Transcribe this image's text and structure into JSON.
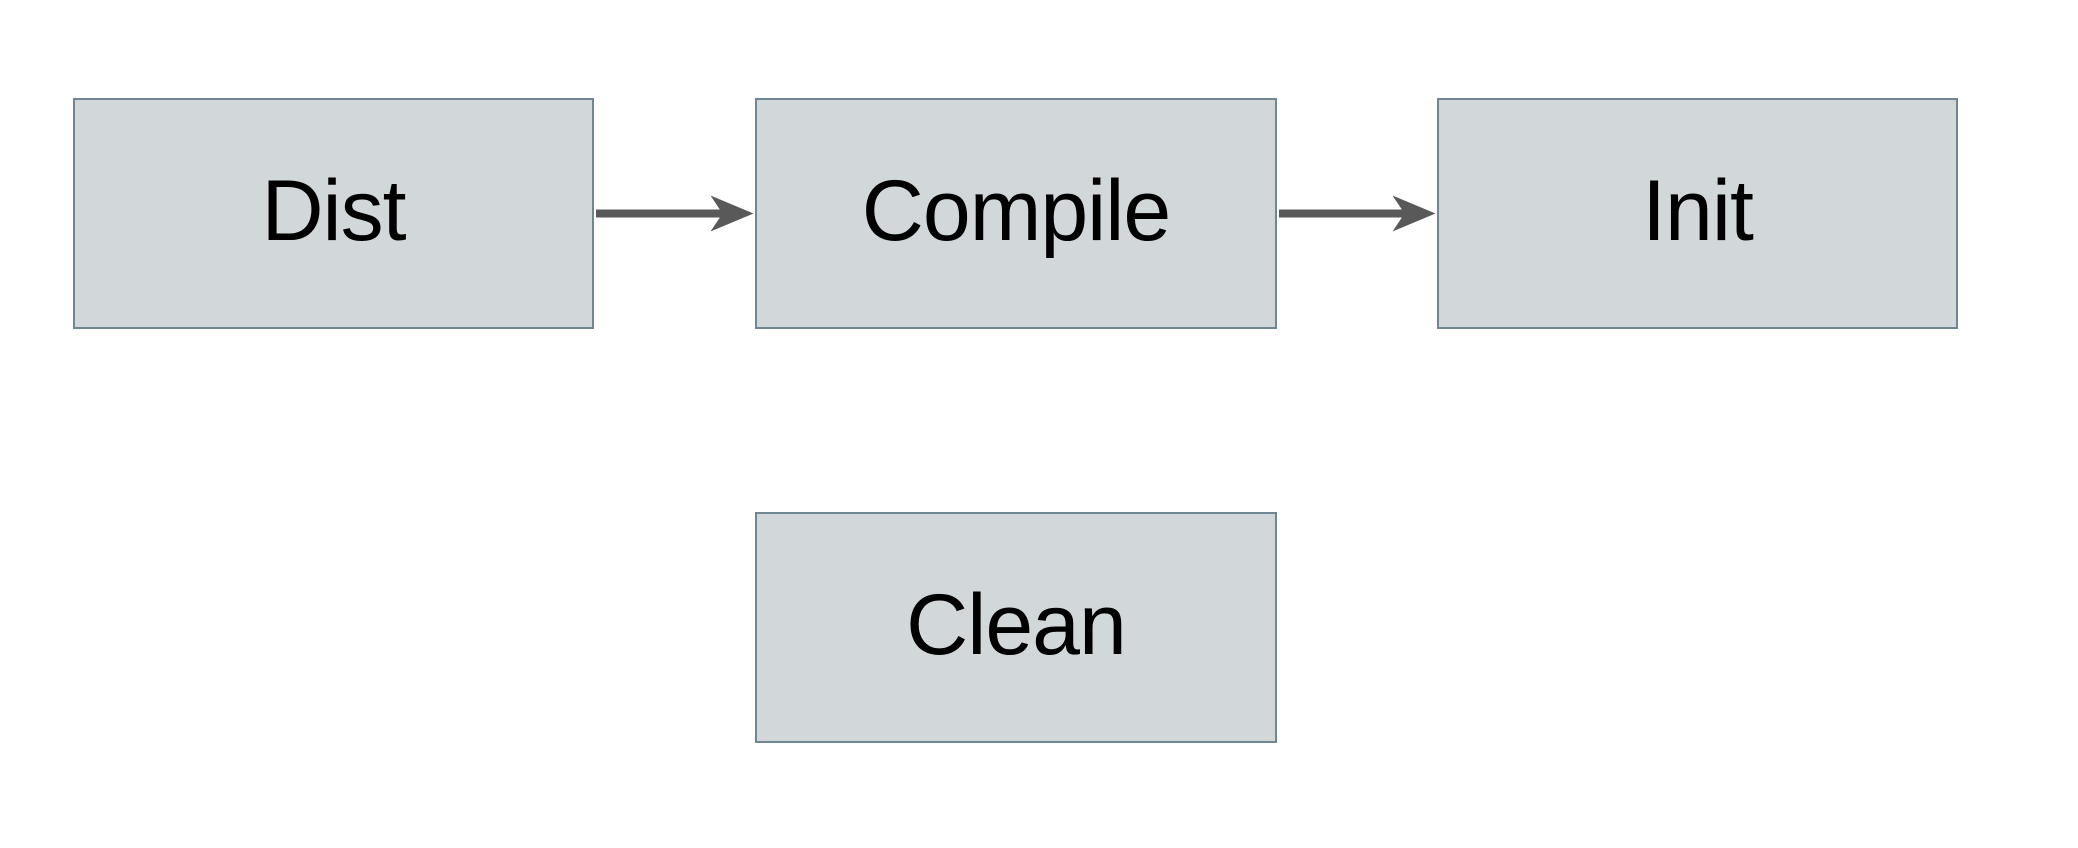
{
  "diagram": {
    "type": "flowchart",
    "nodes": [
      {
        "id": "dist",
        "label": "Dist"
      },
      {
        "id": "compile",
        "label": "Compile"
      },
      {
        "id": "init",
        "label": "Init"
      },
      {
        "id": "clean",
        "label": "Clean"
      }
    ],
    "edges": [
      {
        "from": "Dist",
        "to": "Compile",
        "style": "solid-arrow"
      },
      {
        "from": "Compile",
        "to": "Init",
        "style": "solid-arrow"
      }
    ],
    "colors": {
      "background": "#ffffff",
      "node_fill": "#d2d8da",
      "node_border": "#6f8792",
      "arrow": "#595959",
      "text": "#000000"
    }
  }
}
